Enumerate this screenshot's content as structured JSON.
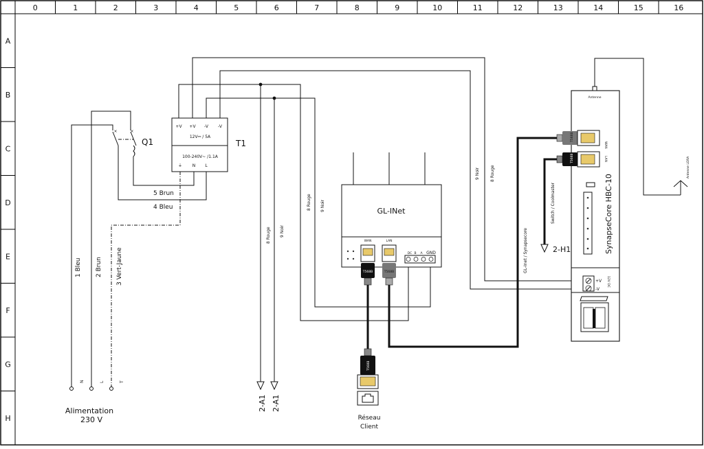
{
  "grid": {
    "columns": [
      "0",
      "1",
      "2",
      "3",
      "4",
      "5",
      "6",
      "7",
      "8",
      "9",
      "10",
      "11",
      "12",
      "13",
      "14",
      "15",
      "16"
    ],
    "rows": [
      "A",
      "B",
      "C",
      "D",
      "E",
      "F",
      "G",
      "H"
    ]
  },
  "supply": {
    "title_line1": "Alimentation",
    "title_line2": "230 V",
    "terminals": [
      "N",
      "L",
      "T"
    ],
    "wire_labels": [
      "1 Bleu",
      "2 Brun",
      "3 Vert-Jaune"
    ]
  },
  "breaker": {
    "tag": "Q1"
  },
  "psu": {
    "tag": "T1",
    "out_terminals": [
      "+V",
      "+V",
      "-V",
      "-V"
    ],
    "rating_out": "12V⎓ / 5A",
    "rating_in": "100-240V~ /1.1A",
    "in_terminals": [
      "⏚",
      "N",
      "L"
    ],
    "wire_brun": "5 Brun",
    "wire_bleu": "4 Bleu"
  },
  "wires": {
    "rouge": "8 Rouge",
    "noir": "9 Noir"
  },
  "references": {
    "a1_1": "2-A1",
    "a1_2": "2-A1",
    "h1": "2-H1",
    "switch": "Switch / Coolmaster"
  },
  "router": {
    "name": "GL-INet",
    "ports": [
      "WAN",
      "LAN"
    ],
    "dc_terminals": [
      "DC",
      "B",
      "A",
      "GND"
    ]
  },
  "connectors": {
    "plug": "T568B"
  },
  "client": {
    "line1": "Réseau",
    "line2": "Client"
  },
  "synapse": {
    "name": "SynapseCore HBC-10",
    "antenna": "Antenne",
    "antenna_lora": "Antenne LORA",
    "wan": "WAN",
    "lan": "LAN",
    "power_terminals": [
      "+V",
      "-V"
    ],
    "power_rating": "12V DC",
    "cable_label": "GL-Inet / Synapsecore"
  }
}
